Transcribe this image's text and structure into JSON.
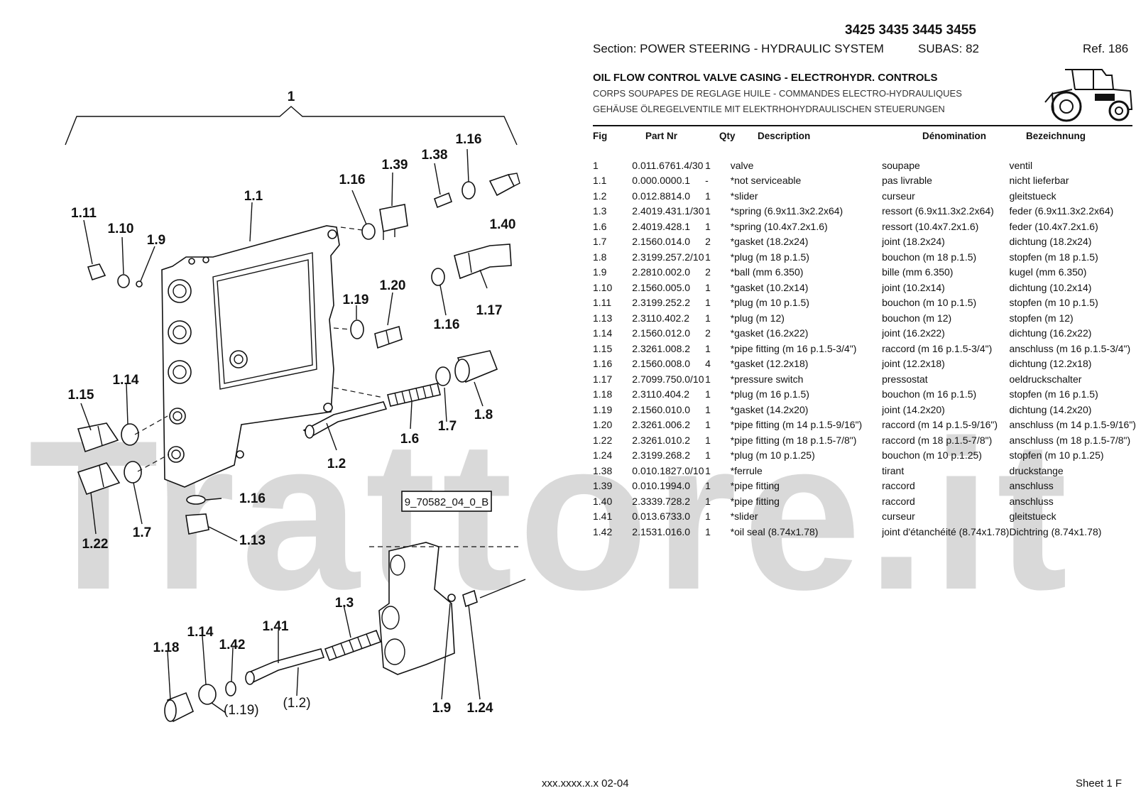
{
  "header": {
    "models": "3425 3435 3445 3455",
    "section": "Section: POWER STEERING - HYDRAULIC SYSTEM",
    "subas": "SUBAS: 82",
    "ref": "Ref. 186",
    "title_en": "OIL FLOW CONTROL VALVE CASING - ELECTROHYDR. CONTROLS",
    "title_fr": "CORPS SOUPAPES DE REGLAGE HUILE - COMMANDES ELECTRO-HYDRAULIQUES",
    "title_de": "GEHÄUSE ÖLREGELVENTILE MIT ELEKTRHOHYDRAULISCHEN STEUERUNGEN"
  },
  "watermark": "Trattore.it",
  "table": {
    "columns": [
      "Fig",
      "Part Nr",
      "Qty",
      "Description",
      "Dénomination",
      "Bezeichnung"
    ],
    "rows": [
      [
        "1",
        "0.011.6761.4/30",
        "1",
        "valve",
        "soupape",
        "ventil"
      ],
      [
        "1.1",
        "0.000.0000.1",
        "-",
        "*not serviceable",
        "pas livrable",
        "nicht lieferbar"
      ],
      [
        "1.2",
        "0.012.8814.0",
        "1",
        "*slider",
        "curseur",
        "gleitstueck"
      ],
      [
        "1.3",
        "2.4019.431.1/30",
        "1",
        "*spring (6.9x11.3x2.2x64)",
        "ressort (6.9x11.3x2.2x64)",
        "feder (6.9x11.3x2.2x64)"
      ],
      [
        "1.6",
        "2.4019.428.1",
        "1",
        "*spring (10.4x7.2x1.6)",
        "ressort (10.4x7.2x1.6)",
        "feder (10.4x7.2x1.6)"
      ],
      [
        "1.7",
        "2.1560.014.0",
        "2",
        "*gasket (18.2x24)",
        "joint (18.2x24)",
        "dichtung (18.2x24)"
      ],
      [
        "1.8",
        "2.3199.257.2/10",
        "1",
        "*plug (m 18 p.1.5)",
        "bouchon (m 18 p.1.5)",
        "stopfen (m 18 p.1.5)"
      ],
      [
        "1.9",
        "2.2810.002.0",
        "2",
        "*ball (mm 6.350)",
        "bille (mm 6.350)",
        "kugel (mm 6.350)"
      ],
      [
        "1.10",
        "2.1560.005.0",
        "1",
        "*gasket (10.2x14)",
        "joint (10.2x14)",
        "dichtung (10.2x14)"
      ],
      [
        "1.11",
        "2.3199.252.2",
        "1",
        "*plug (m 10 p.1.5)",
        "bouchon (m 10 p.1.5)",
        "stopfen (m 10 p.1.5)"
      ],
      [
        "1.13",
        "2.3110.402.2",
        "1",
        "*plug (m 12)",
        "bouchon (m 12)",
        "stopfen (m 12)"
      ],
      [
        "1.14",
        "2.1560.012.0",
        "2",
        "*gasket (16.2x22)",
        "joint (16.2x22)",
        "dichtung (16.2x22)"
      ],
      [
        "1.15",
        "2.3261.008.2",
        "1",
        "*pipe fitting (m 16 p.1.5-3/4\")",
        "raccord (m 16 p.1.5-3/4\")",
        "anschluss (m 16 p.1.5-3/4\")"
      ],
      [
        "1.16",
        "2.1560.008.0",
        "4",
        "*gasket (12.2x18)",
        "joint (12.2x18)",
        "dichtung (12.2x18)"
      ],
      [
        "1.17",
        "2.7099.750.0/10",
        "1",
        "*pressure switch",
        "pressostat",
        "oeldruckschalter"
      ],
      [
        "1.18",
        "2.3110.404.2",
        "1",
        "*plug (m 16 p.1.5)",
        "bouchon (m 16 p.1.5)",
        "stopfen (m 16 p.1.5)"
      ],
      [
        "1.19",
        "2.1560.010.0",
        "1",
        "*gasket (14.2x20)",
        "joint (14.2x20)",
        "dichtung (14.2x20)"
      ],
      [
        "1.20",
        "2.3261.006.2",
        "1",
        "*pipe fitting (m 14 p.1.5-9/16\")",
        "raccord (m 14 p.1.5-9/16\")",
        "anschluss (m 14 p.1.5-9/16\")"
      ],
      [
        "1.22",
        "2.3261.010.2",
        "1",
        "*pipe fitting (m 18 p.1.5-7/8\")",
        "raccord (m 18 p.1.5-7/8\")",
        "anschluss (m 18 p.1.5-7/8\")"
      ],
      [
        "1.24",
        "2.3199.268.2",
        "1",
        "*plug (m 10 p.1.25)",
        "bouchon (m 10 p.1.25)",
        "stopfen (m 10 p.1.25)"
      ],
      [
        "1.38",
        "0.010.1827.0/10",
        "1",
        "*ferrule",
        "tirant",
        "druckstange"
      ],
      [
        "1.39",
        "0.010.1994.0",
        "1",
        "*pipe fitting",
        "raccord",
        "anschluss"
      ],
      [
        "1.40",
        "2.3339.728.2",
        "1",
        "*pipe fitting",
        "raccord",
        "anschluss"
      ],
      [
        "1.41",
        "0.013.6733.0",
        "1",
        "*slider",
        "curseur",
        "gleitstueck"
      ],
      [
        "1.42",
        "2.1531.016.0",
        "1",
        "*oil seal (8.74x1.78)",
        "joint d'étanchéité (8.74x1.78)",
        "Dichtring (8.74x1.78)"
      ]
    ]
  },
  "diagram": {
    "code": "9_70582_04_0_B",
    "labels": {
      "l1": "1",
      "l1_1": "1.1",
      "l1_11": "1.11",
      "l1_10": "1.10",
      "l1_9a": "1.9",
      "l1_16a": "1.16",
      "l1_39": "1.39",
      "l1_38": "1.38",
      "l1_16b": "1.16",
      "l1_40": "1.40",
      "l1_17": "1.17",
      "l1_16c": "1.16",
      "l1_19": "1.19",
      "l1_20": "1.20",
      "l1_8": "1.8",
      "l1_7a": "1.7",
      "l1_6": "1.6",
      "l1_2": "1.2",
      "l1_14a": "1.14",
      "l1_15": "1.15",
      "l1_22": "1.22",
      "l1_7b": "1.7",
      "l1_16d": "1.16",
      "l1_13": "1.13",
      "l1_3": "1.3",
      "l1_41": "1.41",
      "l1_42": "1.42",
      "l1_14b": "1.14",
      "l1_18": "1.18",
      "l1_19p": "(1.19)",
      "l1_2p": "(1.2)",
      "l1_9b": "1.9",
      "l1_24": "1.24"
    }
  },
  "footer": {
    "code": "xxx.xxxx.x.x  02-04",
    "sheet": "Sheet 1 F"
  }
}
